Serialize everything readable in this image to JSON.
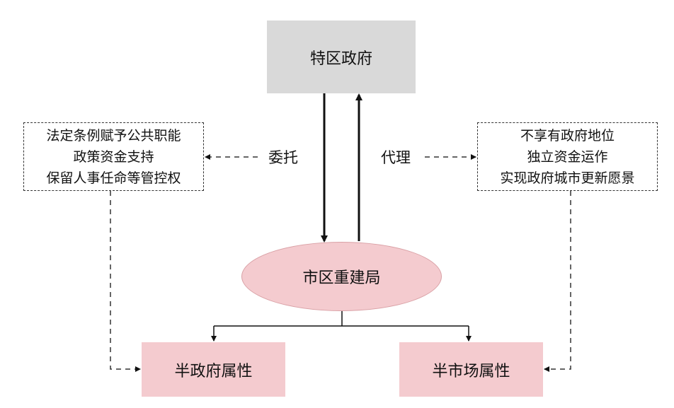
{
  "nodes": {
    "government": "特区政府",
    "bureau": "市区重建局",
    "semi_government": "半政府属性",
    "semi_market": "半市场属性"
  },
  "edge_labels": {
    "entrust": "委托",
    "agent": "代理"
  },
  "left_note": {
    "lines": [
      "法定条例赋予公共职能",
      "政策资金支持",
      "保留人事任命等管控权"
    ]
  },
  "right_note": {
    "lines": [
      "不享有政府地位",
      "独立资金运作",
      "实现政府城市更新愿景"
    ]
  },
  "colors": {
    "government_fill": "#d9d9d9",
    "pink_fill": "#f4cbcf",
    "line": "#222222"
  }
}
